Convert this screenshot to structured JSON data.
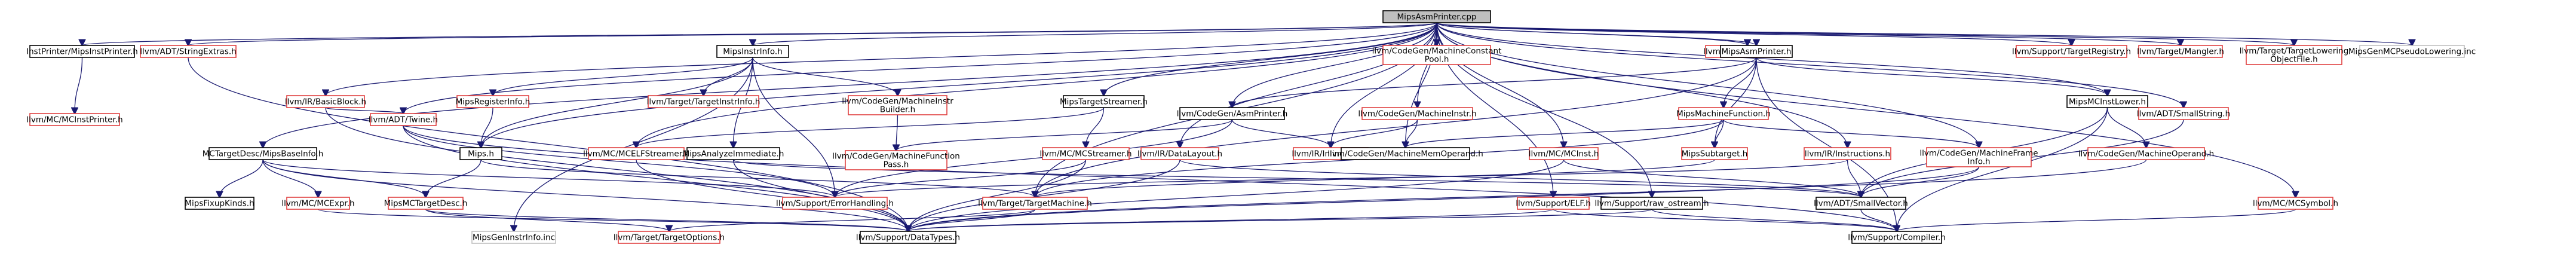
{
  "title": "MipsAsmPrinter.cpp",
  "colors": {
    "edge": "#191970",
    "documented": "#000000",
    "undocumented": "#e04040",
    "external": "#bfbfbf",
    "root_fill": "#bfbfbf"
  },
  "nodes": [
    {
      "id": "root",
      "label": [
        "MipsAsmPrinter.cpp"
      ],
      "kind": "root"
    },
    {
      "id": "instprinter",
      "label": [
        "InstPrinter/MipsInstPrinter.h"
      ],
      "kind": "black"
    },
    {
      "id": "adtstringextras",
      "label": [
        "llvm/ADT/StringExtras.h"
      ],
      "kind": "red"
    },
    {
      "id": "mipsinstrinfo",
      "label": [
        "MipsInstrInfo.h"
      ],
      "kind": "black"
    },
    {
      "id": "cgmachineconstantpool",
      "label": [
        "llvm/CodeGen/MachineConstant",
        "Pool.h"
      ],
      "kind": "red"
    },
    {
      "id": "mcmcasminfo",
      "label": [
        "llvm/MC/MCAsmInfo.h"
      ],
      "kind": "red"
    },
    {
      "id": "mipsasmprinter",
      "label": [
        "MipsAsmPrinter.h"
      ],
      "kind": "black"
    },
    {
      "id": "targetregistry",
      "label": [
        "llvm/Support/TargetRegistry.h"
      ],
      "kind": "red"
    },
    {
      "id": "targetmangler",
      "label": [
        "llvm/Target/Mangler.h"
      ],
      "kind": "red"
    },
    {
      "id": "tlof",
      "label": [
        "llvm/Target/TargetLowering",
        "ObjectFile.h"
      ],
      "kind": "red"
    },
    {
      "id": "pseudolowering",
      "label": [
        "MipsGenMCPseudoLowering.inc"
      ],
      "kind": "gray"
    },
    {
      "id": "irbasicblock",
      "label": [
        "llvm/IR/BasicBlock.h"
      ],
      "kind": "red"
    },
    {
      "id": "mcinstprinter",
      "label": [
        "llvm/MC/MCInstPrinter.h"
      ],
      "kind": "red"
    },
    {
      "id": "mctargetdesc",
      "label": [
        "MCTargetDesc/MipsBaseInfo.h"
      ],
      "kind": "black"
    },
    {
      "id": "adttwine",
      "label": [
        "llvm/ADT/Twine.h"
      ],
      "kind": "red"
    },
    {
      "id": "mipsregisterinfo",
      "label": [
        "MipsRegisterInfo.h"
      ],
      "kind": "red"
    },
    {
      "id": "targetinstrinfo",
      "label": [
        "llvm/Target/TargetInstrInfo.h"
      ],
      "kind": "red"
    },
    {
      "id": "machineinstrbuilder",
      "label": [
        "llvm/CodeGen/MachineInstr",
        "Builder.h"
      ],
      "kind": "red"
    },
    {
      "id": "mipstargetstreamer",
      "label": [
        "MipsTargetStreamer.h"
      ],
      "kind": "black"
    },
    {
      "id": "cgasmprinter",
      "label": [
        "llvm/CodeGen/AsmPrinter.h"
      ],
      "kind": "black"
    },
    {
      "id": "cgmachineinstr",
      "label": [
        "llvm/CodeGen/MachineInstr.h"
      ],
      "kind": "red"
    },
    {
      "id": "mipsmachinefunction",
      "label": [
        "MipsMachineFunction.h"
      ],
      "kind": "red"
    },
    {
      "id": "mipsmcinstlower",
      "label": [
        "MipsMCInstLower.h"
      ],
      "kind": "black"
    },
    {
      "id": "adtsmallstring",
      "label": [
        "llvm/ADT/SmallString.h"
      ],
      "kind": "red"
    },
    {
      "id": "mips",
      "label": [
        "Mips.h"
      ],
      "kind": "black"
    },
    {
      "id": "mcmcelfstreamer",
      "label": [
        "llvm/MC/MCELFStreamer.h"
      ],
      "kind": "red"
    },
    {
      "id": "mipsanalyzeimmediate",
      "label": [
        "MipsAnalyzeImmediate.h"
      ],
      "kind": "black"
    },
    {
      "id": "mcmcstreamer",
      "label": [
        "llvm/MC/MCStreamer.h"
      ],
      "kind": "red"
    },
    {
      "id": "irdatalayout",
      "label": [
        "llvm/IR/DataLayout.h"
      ],
      "kind": "red"
    },
    {
      "id": "irinlineasm",
      "label": [
        "llvm/IR/InlineAsm.h"
      ],
      "kind": "red"
    },
    {
      "id": "cgmachinememoperand",
      "label": [
        "llvm/CodeGen/MachineMemOperand.h"
      ],
      "kind": "black"
    },
    {
      "id": "mcmcinst",
      "label": [
        "llvm/MC/MCInst.h"
      ],
      "kind": "red"
    },
    {
      "id": "mipssubtarget",
      "label": [
        "MipsSubtarget.h"
      ],
      "kind": "red"
    },
    {
      "id": "irinstructions",
      "label": [
        "llvm/IR/Instructions.h"
      ],
      "kind": "red"
    },
    {
      "id": "cgmachineframeinfo",
      "label": [
        "llvm/CodeGen/MachineFrame",
        "Info.h"
      ],
      "kind": "red"
    },
    {
      "id": "cgmachineoperand",
      "label": [
        "llvm/CodeGen/MachineOperand.h"
      ],
      "kind": "red"
    },
    {
      "id": "cgmachinefunctionpass",
      "label": [
        "llvm/CodeGen/MachineFunction",
        "Pass.h"
      ],
      "kind": "red"
    },
    {
      "id": "mipsfixupkinds",
      "label": [
        "MipsFixupKinds.h"
      ],
      "kind": "black"
    },
    {
      "id": "mcmcexpr",
      "label": [
        "llvm/MC/MCExpr.h"
      ],
      "kind": "red"
    },
    {
      "id": "mipsmctargetdesc",
      "label": [
        "MipsMCTargetDesc.h"
      ],
      "kind": "red"
    },
    {
      "id": "supporterrorhandling",
      "label": [
        "llvm/Support/ErrorHandling.h"
      ],
      "kind": "red"
    },
    {
      "id": "targetmachine",
      "label": [
        "llvm/Target/TargetMachine.h"
      ],
      "kind": "red"
    },
    {
      "id": "supportelf",
      "label": [
        "llvm/Support/ELF.h"
      ],
      "kind": "red"
    },
    {
      "id": "supportrawostream",
      "label": [
        "llvm/Support/raw_ostream.h"
      ],
      "kind": "black"
    },
    {
      "id": "adtsmallvector",
      "label": [
        "llvm/ADT/SmallVector.h"
      ],
      "kind": "black"
    },
    {
      "id": "mcmcsymbol",
      "label": [
        "llvm/MC/MCSymbol.h"
      ],
      "kind": "red"
    },
    {
      "id": "mipsgeninstrinfo",
      "label": [
        "MipsGenInstrInfo.inc"
      ],
      "kind": "gray"
    },
    {
      "id": "targetoptions",
      "label": [
        "llvm/Target/TargetOptions.h"
      ],
      "kind": "red"
    },
    {
      "id": "supportdatatypes",
      "label": [
        "llvm/Support/DataTypes.h"
      ],
      "kind": "black"
    },
    {
      "id": "supportcompiler",
      "label": [
        "llvm/Support/Compiler.h"
      ],
      "kind": "black"
    }
  ],
  "edges": [
    [
      "root",
      "instprinter"
    ],
    [
      "root",
      "adtstringextras"
    ],
    [
      "root",
      "mipsinstrinfo"
    ],
    [
      "root",
      "cgmachineconstantpool"
    ],
    [
      "root",
      "mcmcasminfo"
    ],
    [
      "root",
      "mipsasmprinter"
    ],
    [
      "root",
      "targetregistry"
    ],
    [
      "root",
      "targetmangler"
    ],
    [
      "root",
      "tlof"
    ],
    [
      "root",
      "pseudolowering"
    ],
    [
      "root",
      "irbasicblock"
    ],
    [
      "root",
      "mctargetdesc"
    ],
    [
      "root",
      "mips"
    ],
    [
      "root",
      "mipstargetstreamer"
    ],
    [
      "root",
      "mcmcelfstreamer"
    ],
    [
      "root",
      "cgasmprinter"
    ],
    [
      "root",
      "cgmachineinstr"
    ],
    [
      "root",
      "mipsmcinstlower"
    ],
    [
      "root",
      "adtsmallstring"
    ],
    [
      "root",
      "irinlineasm"
    ],
    [
      "root",
      "cgmachinememoperand"
    ],
    [
      "root",
      "mcmcinst"
    ],
    [
      "root",
      "irinstructions"
    ],
    [
      "root",
      "cgmachineframeinfo"
    ],
    [
      "root",
      "supportelf"
    ],
    [
      "root",
      "mcmcsymbol"
    ],
    [
      "root",
      "targetmachine"
    ],
    [
      "root",
      "adttwine"
    ],
    [
      "root",
      "irdatalayout"
    ],
    [
      "root",
      "supportrawostream"
    ],
    [
      "instprinter",
      "mcinstprinter"
    ],
    [
      "adtstringextras",
      "supportdatatypes"
    ],
    [
      "mipsinstrinfo",
      "mips"
    ],
    [
      "mipsinstrinfo",
      "mipsregisterinfo"
    ],
    [
      "mipsinstrinfo",
      "targetinstrinfo"
    ],
    [
      "mipsinstrinfo",
      "machineinstrbuilder"
    ],
    [
      "mipsinstrinfo",
      "mipsanalyzeimmediate"
    ],
    [
      "mipsinstrinfo",
      "mipsgeninstrinfo"
    ],
    [
      "mipsinstrinfo",
      "supporterrorhandling"
    ],
    [
      "mipsasmprinter",
      "cgasmprinter"
    ],
    [
      "mipsasmprinter",
      "mipsmachinefunction"
    ],
    [
      "mipsasmprinter",
      "mipsmcinstlower"
    ],
    [
      "mipsasmprinter",
      "mipssubtarget"
    ],
    [
      "mipsasmprinter",
      "supportcompiler"
    ],
    [
      "mipsasmprinter",
      "targetmachine"
    ],
    [
      "irbasicblock",
      "adttwine"
    ],
    [
      "irbasicblock",
      "supportdatatypes"
    ],
    [
      "mctargetdesc",
      "mipsfixupkinds"
    ],
    [
      "mctargetdesc",
      "mcmcexpr"
    ],
    [
      "mctargetdesc",
      "mipsmctargetdesc"
    ],
    [
      "mctargetdesc",
      "supporterrorhandling"
    ],
    [
      "mctargetdesc",
      "supportdatatypes"
    ],
    [
      "adttwine",
      "supportdatatypes"
    ],
    [
      "adttwine",
      "supporterrorhandling"
    ],
    [
      "adttwine",
      "supportcompiler"
    ],
    [
      "mipsregisterinfo",
      "mips"
    ],
    [
      "mips",
      "mipsmctargetdesc"
    ],
    [
      "mips",
      "targetmachine"
    ],
    [
      "machineinstrbuilder",
      "cgmachinefunctionpass"
    ],
    [
      "mipstargetstreamer",
      "mcmcelfstreamer"
    ],
    [
      "mipstargetstreamer",
      "mcmcstreamer"
    ],
    [
      "cgasmprinter",
      "cgmachinefunctionpass"
    ],
    [
      "cgasmprinter",
      "irinlineasm"
    ],
    [
      "cgasmprinter",
      "supporterrorhandling"
    ],
    [
      "cgmachineinstr",
      "irinlineasm"
    ],
    [
      "cgmachineinstr",
      "cgmachinememoperand"
    ],
    [
      "mipsmachinefunction",
      "cgmachinememoperand"
    ],
    [
      "mipsmachinefunction",
      "cgmachineframeinfo"
    ],
    [
      "mipsmachinefunction",
      "mipssubtarget"
    ],
    [
      "mipsmachinefunction",
      "targetmachine"
    ],
    [
      "mipsmcinstlower",
      "cgmachineoperand"
    ],
    [
      "mipsmcinstlower",
      "adtsmallvector"
    ],
    [
      "mipsmcinstlower",
      "supportcompiler"
    ],
    [
      "adtsmallstring",
      "adtsmallvector"
    ],
    [
      "mcmcelfstreamer",
      "supportdatatypes"
    ],
    [
      "mipsanalyzeimmediate",
      "adtsmallvector"
    ],
    [
      "mipsanalyzeimmediate",
      "supportdatatypes"
    ],
    [
      "mcmcstreamer",
      "supportdatatypes"
    ],
    [
      "mcmcstreamer",
      "supporterrorhandling"
    ],
    [
      "irdatalayout",
      "supportdatatypes"
    ],
    [
      "irdatalayout",
      "adtsmallvector"
    ],
    [
      "mcmcinst",
      "adtsmallvector"
    ],
    [
      "mcmcinst",
      "supportdatatypes"
    ],
    [
      "mipssubtarget",
      "targetmachine"
    ],
    [
      "irinstructions",
      "adtsmallvector"
    ],
    [
      "irinstructions",
      "supporterrorhandling"
    ],
    [
      "cgmachineframeinfo",
      "adtsmallvector"
    ],
    [
      "cgmachineframeinfo",
      "supportdatatypes"
    ],
    [
      "cgmachineoperand",
      "supportdatatypes"
    ],
    [
      "mcmcexpr",
      "supportdatatypes"
    ],
    [
      "mipsmctargetdesc",
      "supportdatatypes"
    ],
    [
      "mipsmctargetdesc",
      "targetoptions"
    ],
    [
      "targetmachine",
      "supportdatatypes"
    ],
    [
      "targetmachine",
      "targetoptions"
    ],
    [
      "supportelf",
      "supportdatatypes"
    ],
    [
      "supportelf",
      "supportcompiler"
    ],
    [
      "supportrawostream",
      "supportdatatypes"
    ],
    [
      "supportrawostream",
      "supportcompiler"
    ],
    [
      "adtsmallvector",
      "supportcompiler"
    ],
    [
      "mcmcsymbol",
      "supportcompiler"
    ]
  ]
}
